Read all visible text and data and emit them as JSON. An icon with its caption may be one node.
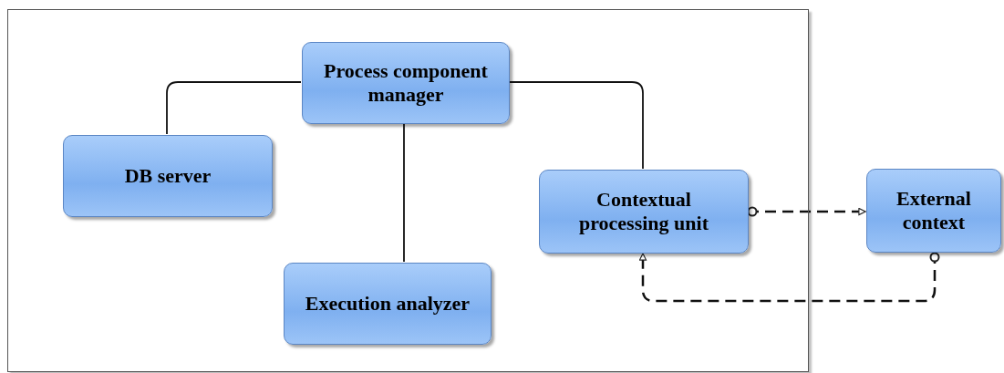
{
  "diagram": {
    "nodes": [
      {
        "text": [],
        "shape": "box"
      },
      {
        "text": [
          "Process component manager"
        ],
        "in": 0
      },
      {
        "text": [
          "DB server"
        ],
        "in": 0
      },
      {
        "text": [
          "Execution analyzer"
        ],
        "in": 0
      },
      {
        "text": [
          "Contextual processing unit"
        ],
        "in": 0
      },
      {
        "text": [
          "External context"
        ]
      }
    ],
    "edges": [
      {
        "from": 1,
        "to": 2,
        "arrow": "none"
      },
      {
        "from": 1,
        "to": 3,
        "arrow": "none"
      },
      {
        "from": 1,
        "to": 4,
        "arrow": "none"
      },
      {
        "from": 4,
        "to": 5,
        "arrow": "to",
        "style": "dashed"
      },
      {
        "from": 5,
        "to": 4,
        "arrow": "to",
        "style": "dashed"
      }
    ]
  }
}
